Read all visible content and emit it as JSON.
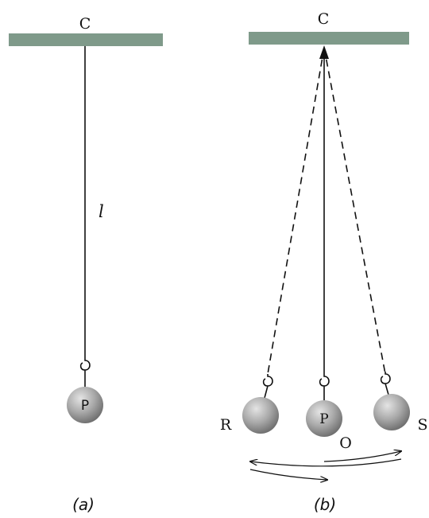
{
  "colors": {
    "support_bar": "#7f9a8a",
    "line": "#111111",
    "bob_light": "#e4e4e4",
    "bob_mid": "#a9a9a9",
    "bob_dark": "#6f6f6f"
  },
  "panel_a": {
    "support_label": "C",
    "length_label": "l",
    "bob_label": "P",
    "caption": "(a)"
  },
  "panel_b": {
    "support_label": "C",
    "left_label": "R",
    "center_label": "P",
    "right_label": "S",
    "mean_position_label": "O",
    "caption": "(b)"
  }
}
